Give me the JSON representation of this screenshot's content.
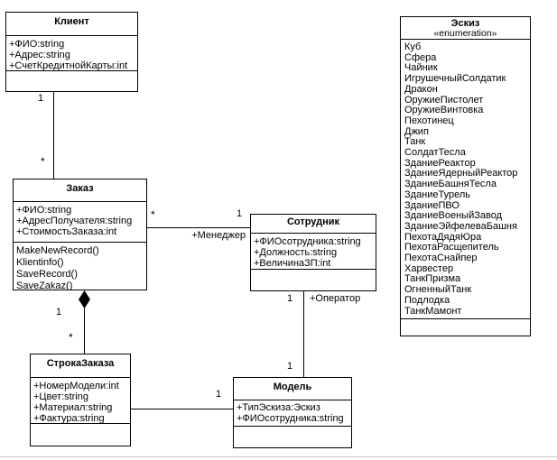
{
  "uml": {
    "classes": [
      {
        "title": "Клиент",
        "attributes": [
          "+ФИО:string",
          "+Адрес:string",
          "+СчетКредитнойКарты:int"
        ],
        "methods": []
      },
      {
        "title": "Заказ",
        "attributes": [
          "+ФИО:string",
          "+АдресПолучателя:string",
          "+СтоимостьЗаказа:int"
        ],
        "methods": [
          "MakeNewRecord()",
          "Klientinfo()",
          "SaveRecord()",
          "SaveZakaz()"
        ]
      },
      {
        "title": "Сотрудник",
        "attributes": [
          "+ФИОсотрудника:string",
          "+Должность:string",
          "+ВеличинаЗП:int"
        ],
        "methods": []
      },
      {
        "title": "СтрокаЗаказа",
        "attributes": [
          "+НомерМодели:int",
          "+Цвет:string",
          "+Материал:string",
          "+Фактура:string"
        ],
        "methods": []
      },
      {
        "title": "Модель",
        "attributes": [
          "+ТипЭскиза:Эскиз",
          "+ФИОсотрудника:string"
        ],
        "methods": []
      }
    ],
    "enumeration": {
      "title": "Эскиз",
      "stereotype": "«enumeration»",
      "values": [
        "Куб",
        "Сфера",
        "Чайник",
        "ИгрушечныйСолдатик",
        "Дракон",
        "ОружиеПистолет",
        "ОружиеВинтовка",
        "Пехотинец",
        "Джип",
        "Танк",
        "СолдатТесла",
        "ЗданиеРеактор",
        "ЗданиеЯдерныйРеактор",
        "ЗданиеБашняТесла",
        "ЗданиеТурель",
        "ЗданиеПВО",
        "ЗданиеВоеныйЗавод",
        "ЗданиеЭйфелеваБашня",
        "ПехотаДядяЮра",
        "ПехотаРасщепитель",
        "ПехотаСнайпер",
        "Харвестер",
        "ТанкПризма",
        "ОгненныйТанк",
        "Подлодка",
        "ТанкМамонт"
      ]
    },
    "relations": [
      {
        "name": "client-order",
        "from": "Клиент",
        "to": "Заказ",
        "from_label": "1",
        "to_label": "*"
      },
      {
        "name": "order-employee",
        "from": "Заказ",
        "to": "Сотрудник",
        "from_label": "*",
        "to_label": "1",
        "role_label": "+Менеджер"
      },
      {
        "name": "order-orderline",
        "from": "Заказ",
        "to": "СтрокаЗаказа",
        "from_label": "1",
        "to_label": "*",
        "kind": "composition"
      },
      {
        "name": "employee-model",
        "from": "Сотрудник",
        "to": "Модель",
        "from_label": "1",
        "to_label": "1",
        "role_label": "+Оператор"
      },
      {
        "name": "orderline-model",
        "from": "СтрокаЗаказа",
        "to": "Модель",
        "from_label": "*",
        "to_label": "1"
      }
    ],
    "colors": {
      "line": "#000000",
      "background": "#ffffff",
      "box_fill": "#ffffff"
    }
  }
}
